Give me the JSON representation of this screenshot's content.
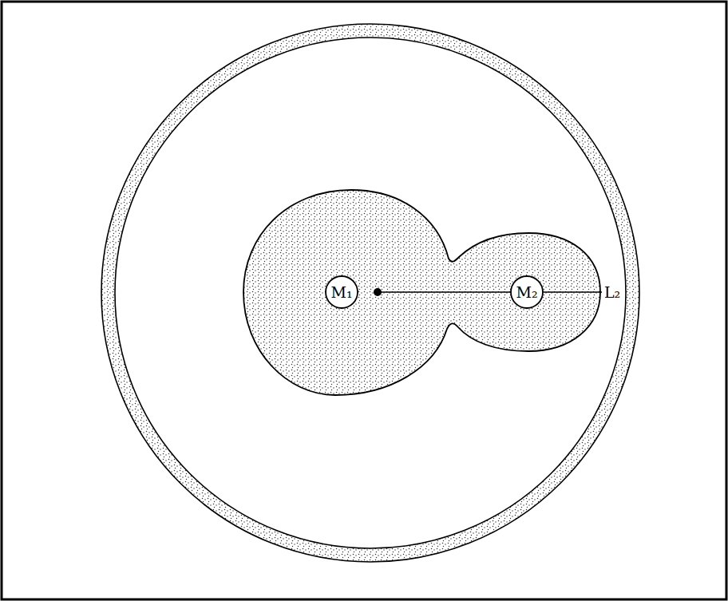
{
  "diagram": {
    "nodes": [
      {
        "text": [
          "M₁"
        ]
      },
      {
        "text": [
          "M₂"
        ]
      }
    ],
    "labels": [
      "L₂"
    ]
  }
}
